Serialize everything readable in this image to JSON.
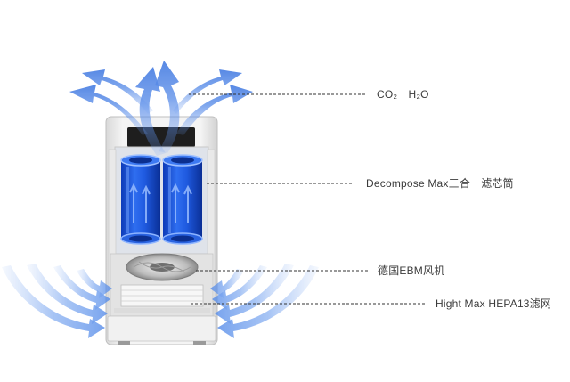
{
  "labels": {
    "exhaust": "CO₂ H₂O",
    "decompose_filter": "Decompose Max三合一滤芯筒",
    "ebm_fan": "德国EBM风机",
    "hepa_filter": "Hight Max HEPA13滤网"
  },
  "colors": {
    "airflow": "#5b8ee8",
    "filter_cylinder": "#1a55d6",
    "leader_line": "#333333",
    "device_body": "#e8e8e8",
    "panel": "#222222"
  }
}
